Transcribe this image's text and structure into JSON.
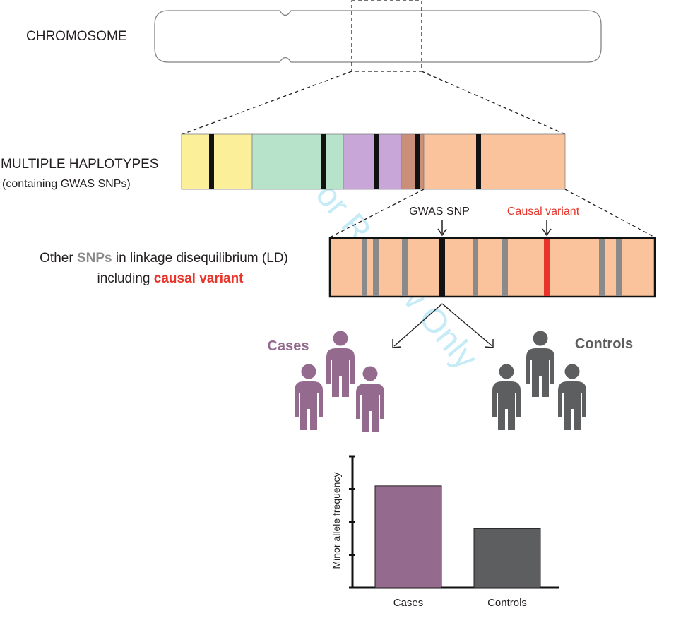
{
  "watermark": "For Review Only",
  "chromosome": {
    "label": "CHROMOSOME"
  },
  "haplotypes": {
    "label_line1": "MULTIPLE HAPLOTYPES",
    "label_line2": "(containing GWAS SNPs)",
    "colors": [
      "#fbef9a",
      "#b6e3c9",
      "#c9a6d8",
      "#c98f78",
      "#fbc39c"
    ]
  },
  "ld_region": {
    "line1_prefix": "Other ",
    "line1_snps": "SNPs",
    "line1_suffix": " in linkage disequilibrium (LD)",
    "line2_prefix": "including ",
    "line2_causal": "causal variant",
    "gwas_snp_label": "GWAS SNP",
    "causal_variant_label": "Causal variant",
    "fill_color": "#fbc39c",
    "snp_color": "#8a8a8a",
    "causal_color": "#e8352b"
  },
  "groups": {
    "cases_label": "Cases",
    "controls_label": "Controls",
    "cases_color": "#946a8e",
    "controls_color": "#5c5e60"
  },
  "chart_data": {
    "type": "bar",
    "categories": [
      "Cases",
      "Controls"
    ],
    "values": [
      0.62,
      0.36
    ],
    "ylabel": "Minor allele frequency",
    "xlabel": "",
    "ylim": [
      0,
      0.8
    ],
    "y_tick_count": 5,
    "colors": [
      "#946a8e",
      "#5c5e60"
    ]
  }
}
